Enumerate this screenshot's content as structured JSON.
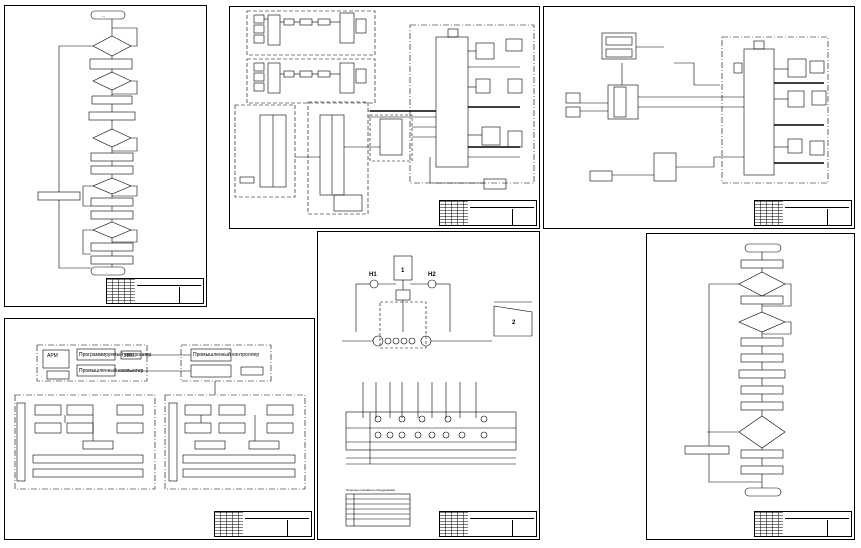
{
  "sheets": {
    "s1": {
      "id": "sheet-flowchart-left",
      "tb": {
        "code": "",
        "title": "",
        "company": ""
      }
    },
    "s2": {
      "id": "sheet-circuit-top-middle",
      "tb": {
        "code": "",
        "title": "",
        "company": ""
      }
    },
    "s3": {
      "id": "sheet-circuit-top-right",
      "tb": {
        "code": "",
        "title": "",
        "company": ""
      }
    },
    "s4": {
      "id": "sheet-system-structure",
      "tb": {
        "code": "",
        "title": "",
        "company": ""
      }
    },
    "s5": {
      "id": "sheet-process-scheme",
      "tb": {
        "code": "",
        "title": "",
        "company": ""
      }
    },
    "s6": {
      "id": "sheet-flowchart-right",
      "tb": {
        "code": "",
        "title": "",
        "company": ""
      }
    }
  },
  "structure": {
    "blocks": [
      "Программируемый контроллер",
      "Промышленный компьютер",
      "Промышленный контроллер",
      "ЭВМ",
      "АРМ"
    ]
  },
  "process": {
    "pumps": [
      "Н1",
      "Н2"
    ],
    "vessels": [
      "1",
      "2"
    ],
    "legend_title": "Перечень основного оборудования"
  },
  "colors": {
    "ink": "#000000",
    "paper": "#ffffff",
    "background": "#ffffff"
  }
}
